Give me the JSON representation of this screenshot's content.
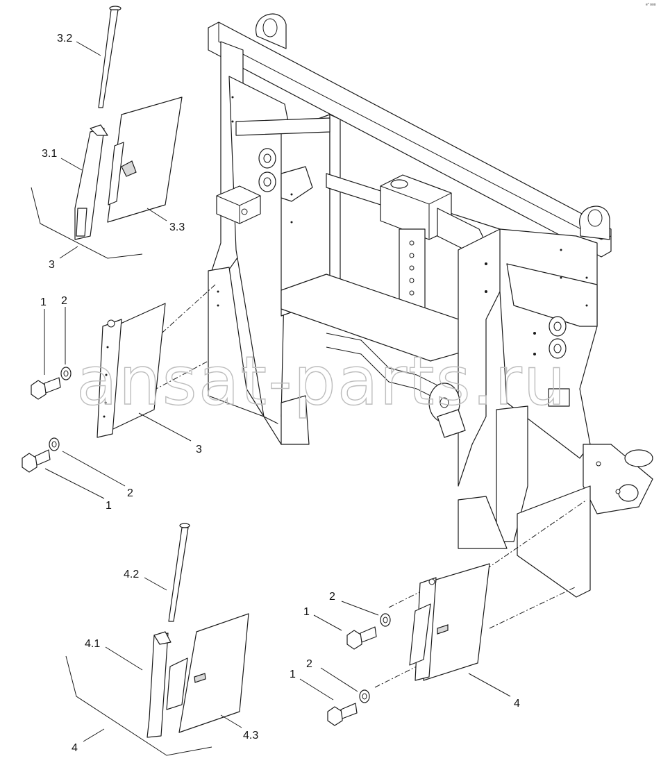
{
  "watermark": "ansat-parts.ru",
  "corner_code": "e° ooo",
  "callouts": {
    "c3_2": "3.2",
    "c3_1": "3.1",
    "c3_3": "3.3",
    "c3_group": "3",
    "c1_left_top": "1",
    "c2_left_top": "2",
    "c3_plate": "3",
    "c2_left_bottom": "2",
    "c1_left_bottom": "1",
    "c4_2": "4.2",
    "c4_1": "4.1",
    "c4_3": "4.3",
    "c4_group": "4",
    "c2_right_top": "2",
    "c1_right_top": "1",
    "c2_right_bottom": "2",
    "c1_right_bottom": "1",
    "c4_plate": "4"
  }
}
